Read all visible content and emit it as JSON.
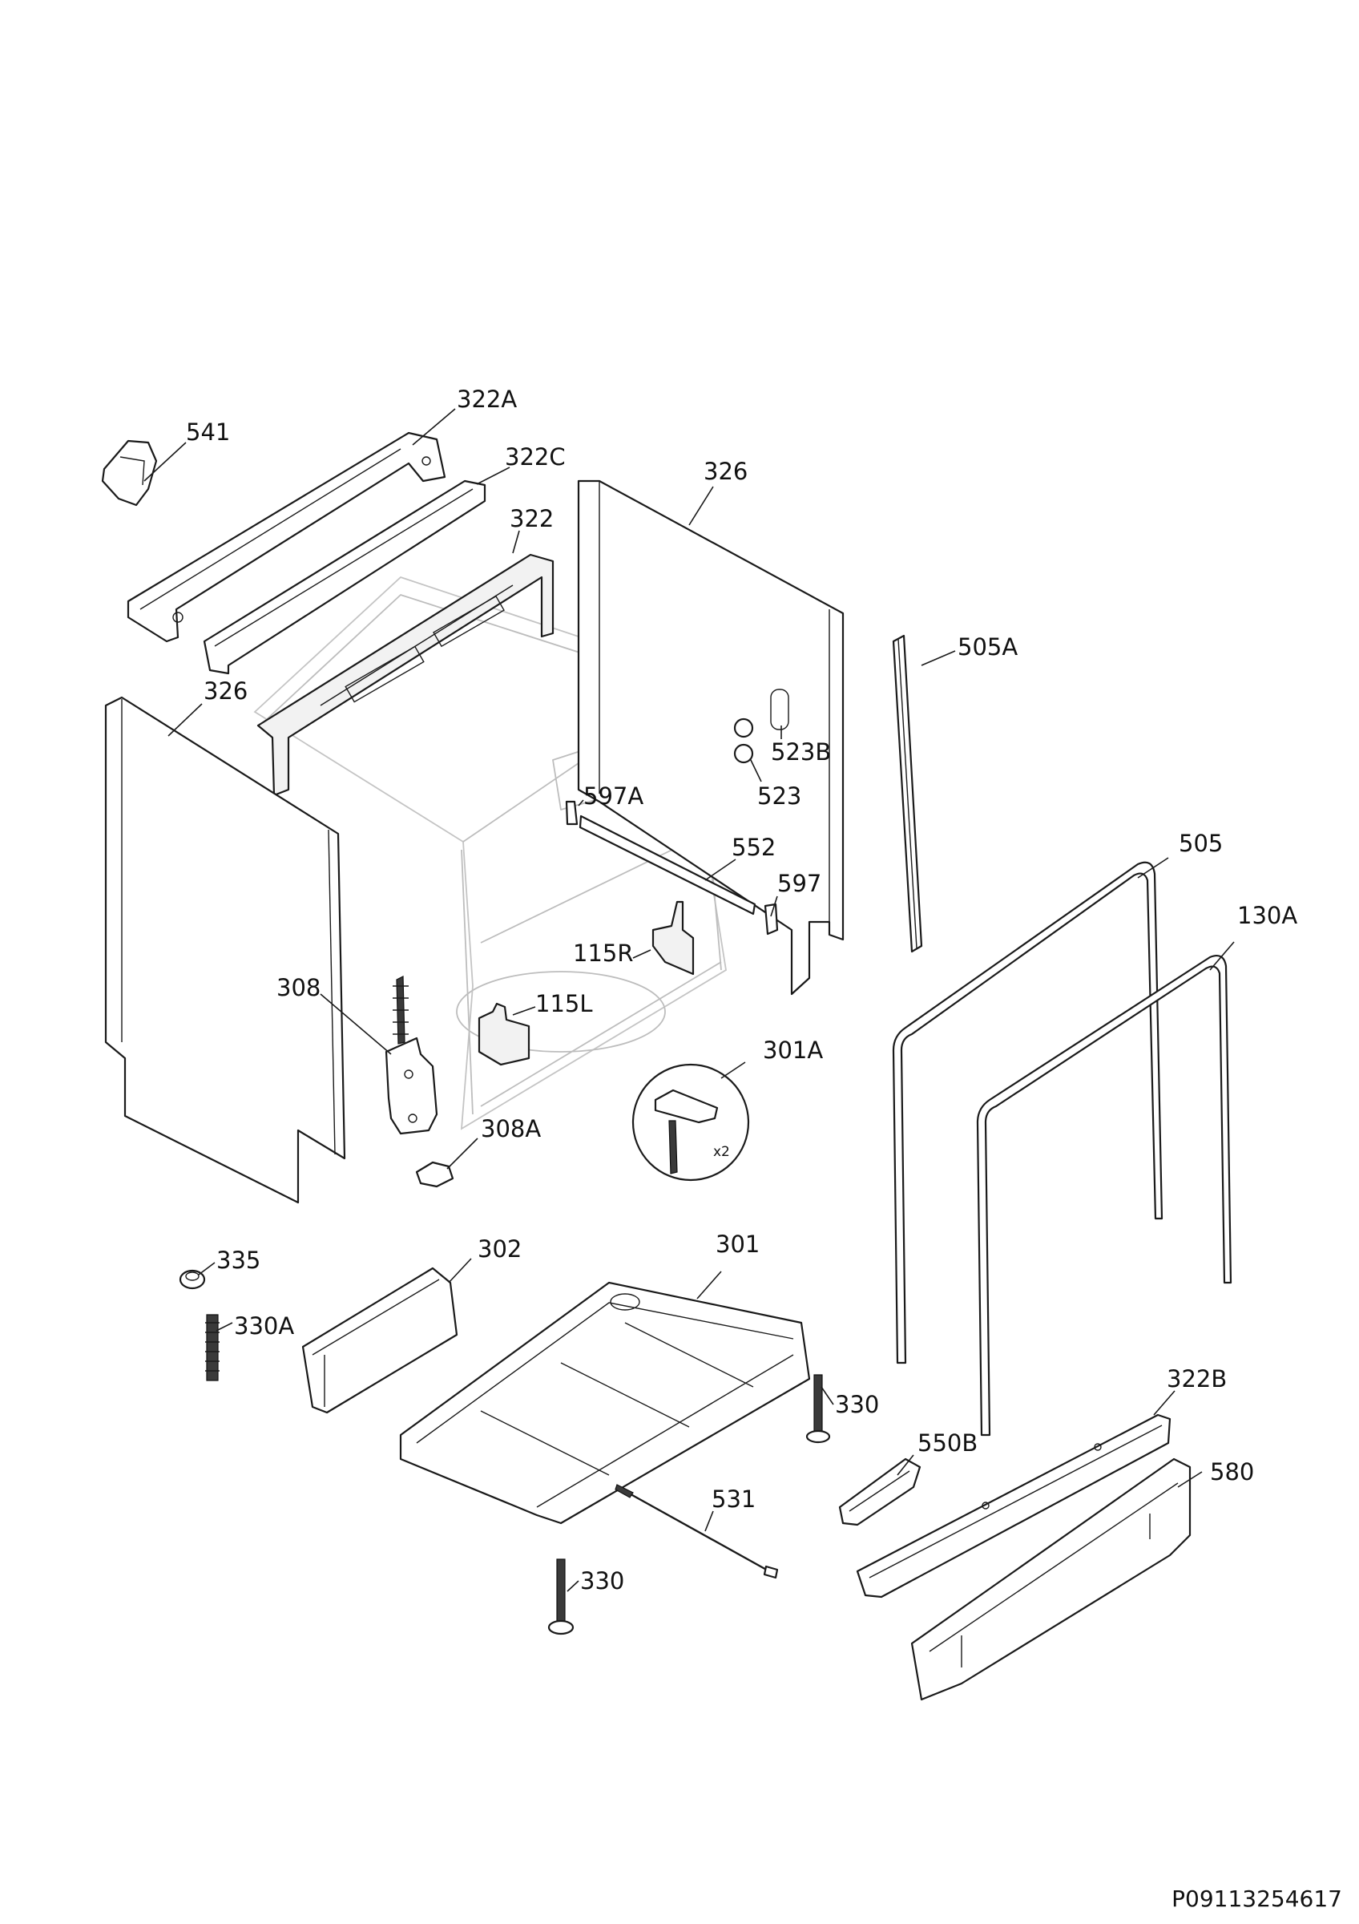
{
  "document_id": "P09113254617",
  "labels": {
    "l541": "541",
    "l322A": "322A",
    "l322C": "322C",
    "l322": "322",
    "l326_top": "326",
    "l326_left": "326",
    "l505A": "505A",
    "l523B": "523B",
    "l523": "523",
    "l597A": "597A",
    "l552": "552",
    "l597": "597",
    "l505": "505",
    "l130A": "130A",
    "l115R": "115R",
    "l115L": "115L",
    "l308": "308",
    "l301A": "301A",
    "l308A": "308A",
    "l335": "335",
    "l302": "302",
    "l301": "301",
    "l330A": "330A",
    "l330_right": "330",
    "l322B": "322B",
    "l550B": "550B",
    "l580": "580",
    "l531": "531",
    "l330_bottom": "330"
  },
  "detail_301A_multiplier": "x2"
}
